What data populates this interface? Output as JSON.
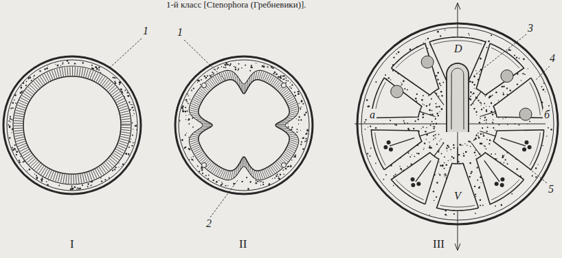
{
  "diagram": {
    "labels": [
      "1-й класс [Ctenophora (Гребневики)].",
      "1",
      "1",
      "2",
      "3",
      "4",
      "5",
      "D",
      "V",
      "а",
      "б",
      "I",
      "II",
      "III"
    ]
  }
}
